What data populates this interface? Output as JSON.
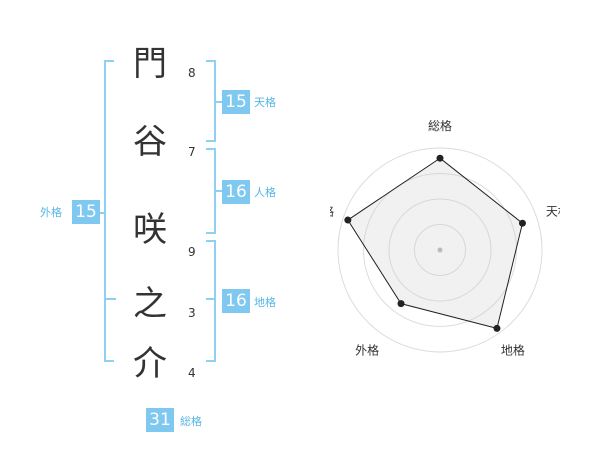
{
  "name": {
    "chars": [
      {
        "char": "門",
        "strokes": "8"
      },
      {
        "char": "谷",
        "strokes": "7"
      },
      {
        "char": "咲",
        "strokes": "9"
      },
      {
        "char": "之",
        "strokes": "3"
      },
      {
        "char": "介",
        "strokes": "4"
      }
    ]
  },
  "fortunes": {
    "tenkaku": {
      "label": "天格",
      "value": "15"
    },
    "jinkaku": {
      "label": "人格",
      "value": "16"
    },
    "chikaku": {
      "label": "地格",
      "value": "16"
    },
    "gaikaku": {
      "label": "外格",
      "value": "15"
    },
    "soukaku": {
      "label": "総格",
      "value": "31"
    }
  },
  "colors": {
    "badge": "#7fc8ef",
    "bracket": "#8fd0f2",
    "tag_text": "#55b6e6"
  },
  "chart_data": {
    "type": "radar",
    "axes": [
      "総格",
      "天格",
      "地格",
      "外格",
      "人格"
    ],
    "values": [
      0.9,
      0.85,
      0.95,
      0.65,
      0.95
    ],
    "rmax": 1,
    "rings": 4
  }
}
